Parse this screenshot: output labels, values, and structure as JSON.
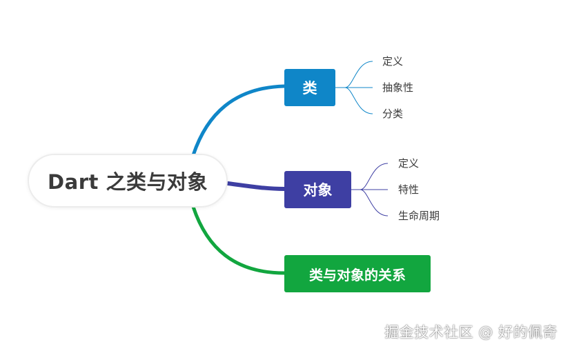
{
  "root": {
    "label": "Dart 之类与对象"
  },
  "topics": [
    {
      "label": "类",
      "color": "#0f86c8",
      "children": [
        "定义",
        "抽象性",
        "分类"
      ]
    },
    {
      "label": "对象",
      "color": "#3e3fa3",
      "children": [
        "定义",
        "特性",
        "生命周期"
      ]
    },
    {
      "label": "类与对象的关系",
      "color": "#12a63f",
      "children": []
    }
  ],
  "watermark": "掘金技术社区 @ 好的佩奇"
}
